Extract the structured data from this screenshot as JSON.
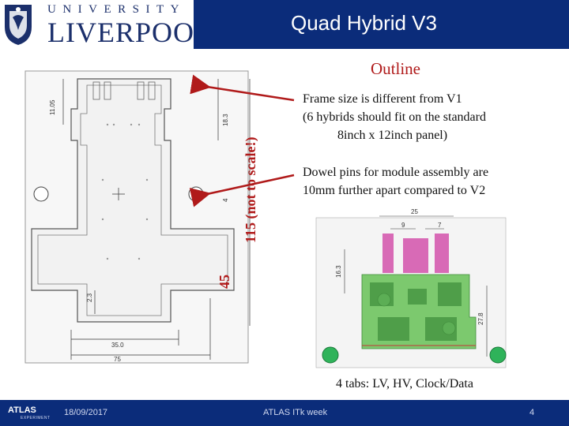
{
  "header": {
    "title": "Quad Hybrid V3",
    "logo_university": "UNIVERSITY OF",
    "logo_name": "LIVERPOOL"
  },
  "content": {
    "heading": "Outline",
    "bullet1": [
      "Frame size is different from V1",
      "(6 hybrids should fit on the standard",
      "8inch x 12inch panel)"
    ],
    "bullet2": [
      "Dowel pins for module assembly are",
      "10mm further apart compared to V2"
    ],
    "caption": "4 tabs:  LV, HV, Clock/Data"
  },
  "drawing": {
    "dim_left": "11.05",
    "dim_top_right": "18.3",
    "dim_side_4": "4",
    "dim_bottom_left": "2.3",
    "dim_width_inner": "35.0",
    "dim_width_outer": "75",
    "note_vertical": "115 (not to scale!)",
    "note_45": "45"
  },
  "photo": {
    "dim_top": "25",
    "dim_9": "9",
    "dim_7": "7",
    "dim_left": "16.3",
    "dim_right": "27.8"
  },
  "footer": {
    "logo": "ATLAS",
    "logo_sub": "EXPERIMENT",
    "date": "18/09/2017",
    "event": "ATLAS  ITk week",
    "page": "4"
  },
  "colors": {
    "brand_blue": "#0b2c7a",
    "accent_red": "#b01a1a",
    "pcb_green": "#7cc96e"
  }
}
